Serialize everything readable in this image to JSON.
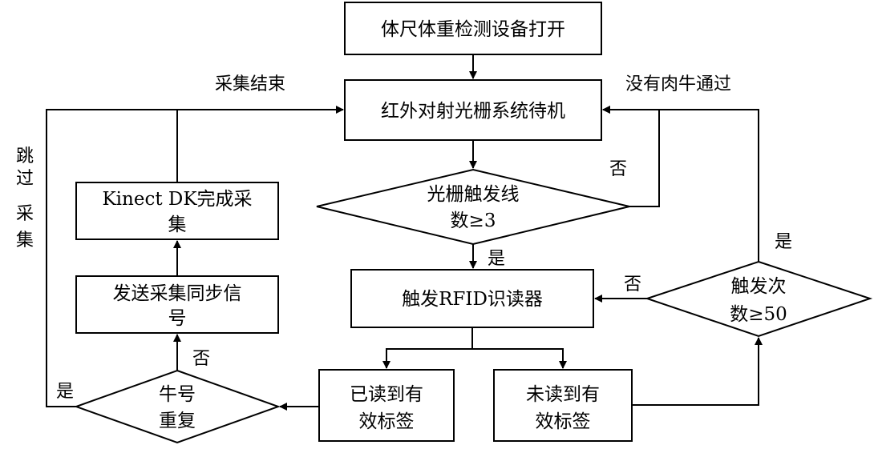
{
  "nodes": {
    "start": "体尺体重检测设备打开",
    "standby": "红外对射光栅系统待机",
    "trigger_check": [
      "光栅触发线",
      "数≥3"
    ],
    "rfid": "触发RFID识读器",
    "read_ok": [
      "已读到有",
      "效标签"
    ],
    "read_fail": [
      "未读到有",
      "效标签"
    ],
    "count_check": [
      "触发次",
      "数≥50"
    ],
    "dup_check": [
      "牛号",
      "重复"
    ],
    "sync": [
      "发送采集同步信",
      "号"
    ],
    "kinect": [
      "Kinect DK完成采",
      "集"
    ]
  },
  "labels": {
    "collect_end": "采集结束",
    "no_cattle": "没有肉牛通过",
    "skip": [
      "跳",
      "过",
      "采",
      "集"
    ],
    "no_trigger": "否",
    "yes_trigger": "是",
    "no_count": "否",
    "yes_count": "是",
    "no_dup": "否",
    "yes_dup": "是"
  }
}
